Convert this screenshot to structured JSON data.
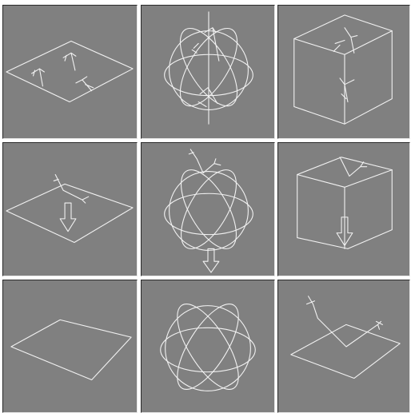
{
  "colors": {
    "viewport_bg": "#808080",
    "wire": "#f2f2f2",
    "frame": "#ffffff"
  },
  "viewports": [
    {
      "shape": "plane",
      "gizmos": [
        "three-small-gizmos"
      ]
    },
    {
      "shape": "sphere",
      "gizmos": [
        "vertical-axis",
        "four-small-gizmos"
      ]
    },
    {
      "shape": "cube",
      "gizmos": [
        "two-small-gizmos"
      ]
    },
    {
      "shape": "plane",
      "gizmos": [
        "gizmo",
        "down-arrow"
      ]
    },
    {
      "shape": "sphere",
      "gizmos": [
        "gizmo",
        "down-arrow"
      ]
    },
    {
      "shape": "cube",
      "gizmos": [
        "gizmo",
        "down-arrow"
      ]
    },
    {
      "shape": "plane",
      "gizmos": []
    },
    {
      "shape": "sphere",
      "gizmos": []
    },
    {
      "shape": "plane",
      "gizmos": [
        "large-gizmo"
      ]
    }
  ]
}
